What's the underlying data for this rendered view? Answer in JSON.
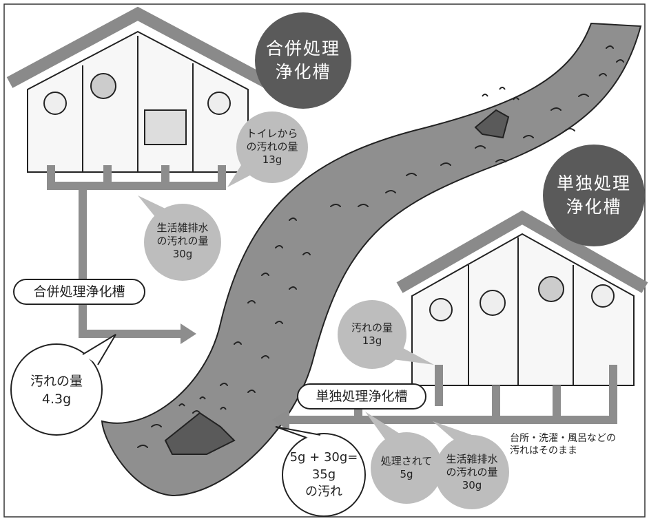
{
  "combined_house": {
    "title": "合併処理\n浄化槽",
    "toilet_bubble": "トイレから\nの汚れの量\n13g",
    "gray_water_bubble": "生活雑排水\nの汚れの量\n30g",
    "pipe_label": "合併処理浄化槽",
    "result_bubble": "汚れの量\n4.3g"
  },
  "single_house": {
    "title": "単独処理\n浄化槽",
    "toilet_bubble": "汚れの量\n13g",
    "pipe_label": "単独処理浄化槽",
    "treated_bubble": "処理されて\n5g",
    "gray_water_bubble": "生活雑排水\nの汚れの量\n30g",
    "note": "台所・洗濯・風呂などの\n汚れはそのまま",
    "result_bubble": "5g + 30g=\n35g\nの汚れ"
  },
  "colors": {
    "river": "#8f8f8f",
    "pipe": "#8d8d8d",
    "dark_circle": "#5a5a5a",
    "grey_circle": "#bdbdbd",
    "roof": "#8a8a8a",
    "outline": "#222222"
  }
}
